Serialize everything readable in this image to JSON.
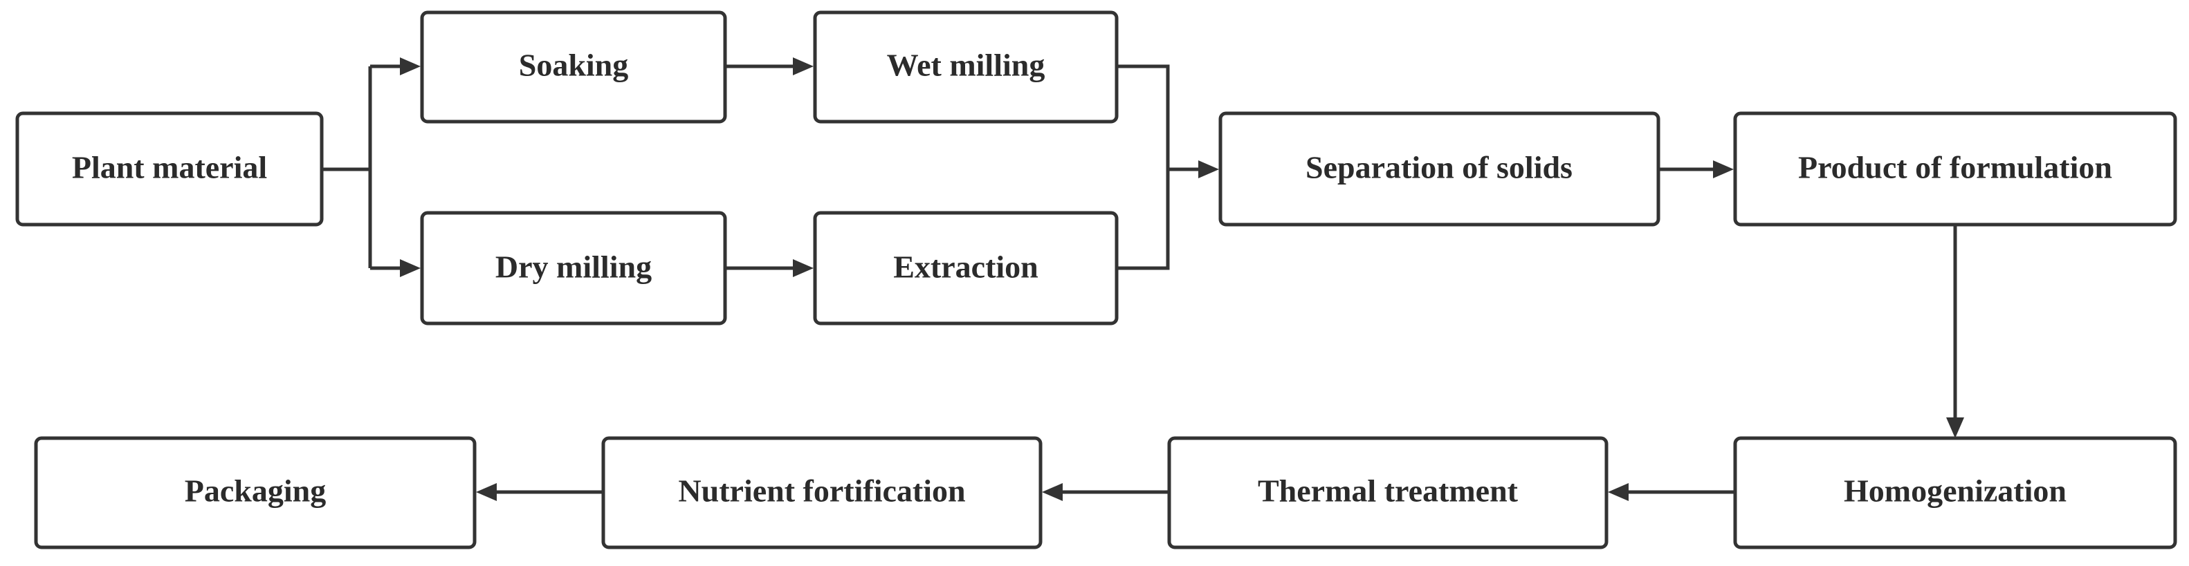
{
  "diagram": {
    "nodes": {
      "plant_material": "Plant material",
      "soaking": "Soaking",
      "wet_milling": "Wet milling",
      "dry_milling": "Dry milling",
      "extraction": "Extraction",
      "separation_of_solids": "Separation of solids",
      "product_of_formulation": "Product of formulation",
      "homogenization": "Homogenization",
      "thermal_treatment": "Thermal treatment",
      "nutrient_fortification": "Nutrient fortification",
      "packaging": "Packaging"
    },
    "edges": [
      [
        "plant_material",
        "soaking"
      ],
      [
        "plant_material",
        "dry_milling"
      ],
      [
        "soaking",
        "wet_milling"
      ],
      [
        "dry_milling",
        "extraction"
      ],
      [
        "wet_milling",
        "separation_of_solids"
      ],
      [
        "extraction",
        "separation_of_solids"
      ],
      [
        "separation_of_solids",
        "product_of_formulation"
      ],
      [
        "product_of_formulation",
        "homogenization"
      ],
      [
        "homogenization",
        "thermal_treatment"
      ],
      [
        "thermal_treatment",
        "nutrient_fortification"
      ],
      [
        "nutrient_fortification",
        "packaging"
      ]
    ],
    "colors": {
      "stroke": "#333333",
      "text": "#2b2b2b",
      "background": "#ffffff"
    }
  }
}
